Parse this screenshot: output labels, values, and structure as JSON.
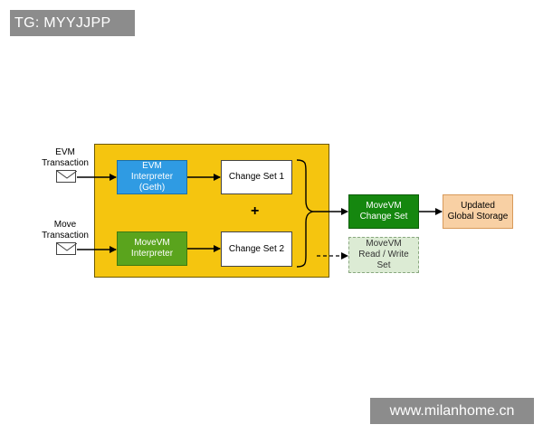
{
  "watermarks": {
    "top": "TG: MYYJJPP",
    "bottom": "www.milanhome.cn"
  },
  "inputs": {
    "evm_transaction": "EVM\nTransaction",
    "move_transaction": "Move\nTransaction"
  },
  "processing": {
    "evm_interpreter": "EVM\nInterpreter\n(Geth)",
    "movevm_interpreter": "MoveVM\nInterpreter",
    "change_set_1": "Change Set 1",
    "change_set_2": "Change Set 2",
    "plus": "+"
  },
  "outputs": {
    "movevm_change_set": "MoveVM\nChange Set",
    "movevm_rw_set": "MoveVM\nRead / Write\nSet",
    "updated_global_storage": "Updated\nGlobal Storage"
  },
  "colors": {
    "container": "#f5c50f",
    "evm_interpreter": "#2f9be3",
    "movevm_interpreter": "#5aa41d",
    "movevm_change_set": "#15870f",
    "rw_set": "#dcebd4",
    "global_storage": "#f8d0a4"
  }
}
